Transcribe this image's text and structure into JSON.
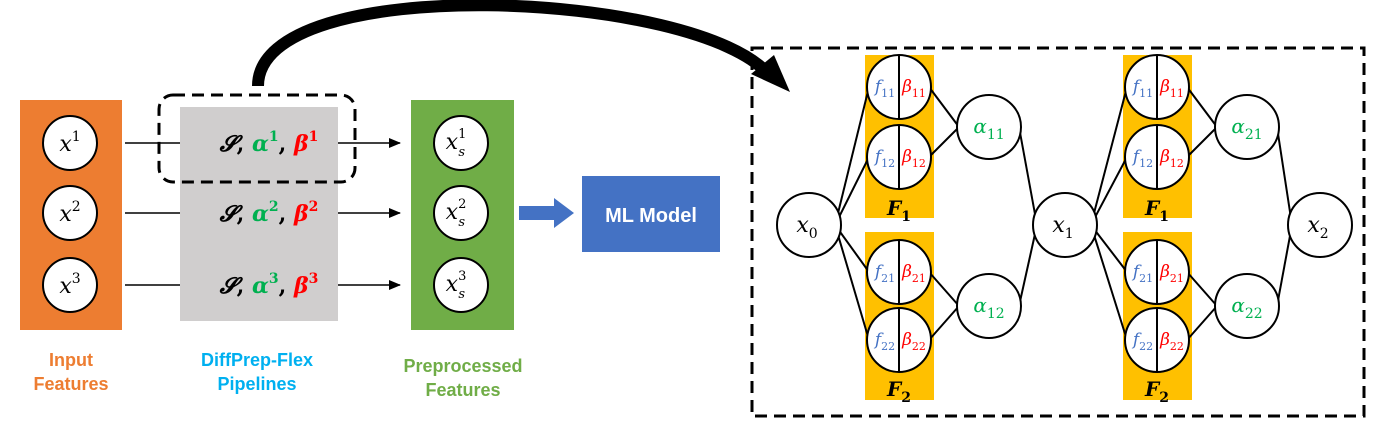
{
  "colors": {
    "input_features": "#ED7D31",
    "pipelines": "#00B0F0",
    "preprocessed": "#70AD47",
    "ml_model": "#4472C4",
    "pipeline_box": "#D0CECE",
    "function_box": "#FFC000",
    "alpha": "#00B050",
    "beta": "#FF0000",
    "f": "#4472C4"
  },
  "inputs": [
    {
      "base": "x",
      "sup": "1"
    },
    {
      "base": "x",
      "sup": "2"
    },
    {
      "base": "x",
      "sup": "3"
    }
  ],
  "pipelines": [
    {
      "s": "𝓢",
      "alpha": "α",
      "alpha_sup": "1",
      "beta": "β",
      "beta_sup": "1"
    },
    {
      "s": "𝓢",
      "alpha": "α",
      "alpha_sup": "2",
      "beta": "β",
      "beta_sup": "2"
    },
    {
      "s": "𝓢",
      "alpha": "α",
      "alpha_sup": "3",
      "beta": "β",
      "beta_sup": "3"
    }
  ],
  "outputs": [
    {
      "base": "x",
      "sub": "s",
      "sup": "1"
    },
    {
      "base": "x",
      "sub": "s",
      "sup": "2"
    },
    {
      "base": "x",
      "sub": "s",
      "sup": "3"
    }
  ],
  "labels": {
    "input_line1": "Input",
    "input_line2": "Features",
    "pipe_line1": "DiffPrep-Flex",
    "pipe_line2": "Pipelines",
    "pre_line1": "Preprocessed",
    "pre_line2": "Features",
    "ml_model": "ML Model"
  },
  "graph": {
    "x_nodes": [
      {
        "base": "x",
        "sub": "0"
      },
      {
        "base": "x",
        "sub": "1"
      },
      {
        "base": "x",
        "sub": "2"
      }
    ],
    "stages": [
      {
        "groups": [
          {
            "label": "F",
            "label_sub": "1",
            "funcs": [
              {
                "f": "f",
                "f_sub": "11",
                "b": "β",
                "b_sub": "11"
              },
              {
                "f": "f",
                "f_sub": "12",
                "b": "β",
                "b_sub": "12"
              }
            ],
            "alpha": "α",
            "alpha_sub": "11"
          },
          {
            "label": "F",
            "label_sub": "2",
            "funcs": [
              {
                "f": "f",
                "f_sub": "21",
                "b": "β",
                "b_sub": "21"
              },
              {
                "f": "f",
                "f_sub": "22",
                "b": "β",
                "b_sub": "22"
              }
            ],
            "alpha": "α",
            "alpha_sub": "12"
          }
        ]
      },
      {
        "groups": [
          {
            "label": "F",
            "label_sub": "1",
            "funcs": [
              {
                "f": "f",
                "f_sub": "11",
                "b": "β",
                "b_sub": "11"
              },
              {
                "f": "f",
                "f_sub": "12",
                "b": "β",
                "b_sub": "12"
              }
            ],
            "alpha": "α",
            "alpha_sub": "21"
          },
          {
            "label": "F",
            "label_sub": "2",
            "funcs": [
              {
                "f": "f",
                "f_sub": "21",
                "b": "β",
                "b_sub": "21"
              },
              {
                "f": "f",
                "f_sub": "22",
                "b": "β",
                "b_sub": "22"
              }
            ],
            "alpha": "α",
            "alpha_sub": "22"
          }
        ]
      }
    ]
  }
}
